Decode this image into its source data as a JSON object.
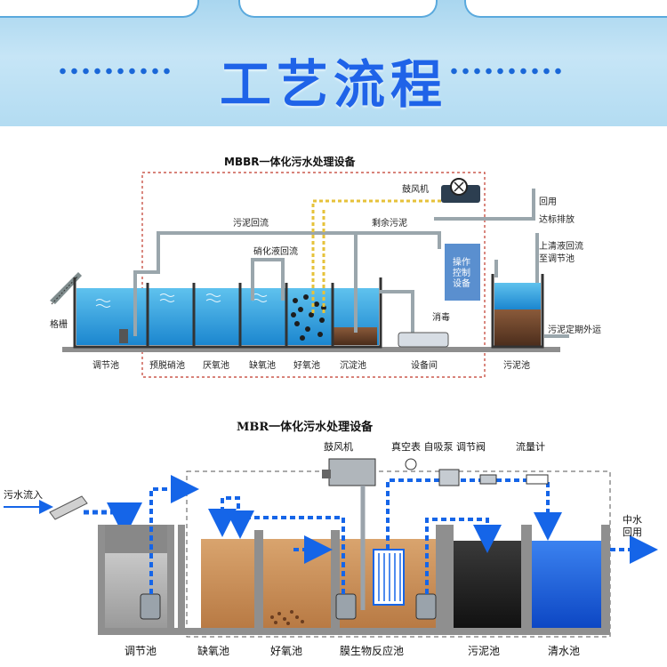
{
  "banner": {
    "title": "工艺流程"
  },
  "diagram1": {
    "title": "MBBR一体化污水处理设备",
    "tanks": [
      "调节池",
      "预脱硝池",
      "厌氧池",
      "缺氧池",
      "好氧池",
      "沉淀池",
      "设备间",
      "污泥池"
    ],
    "grate_label": "格栅",
    "pipe_labels": {
      "sludge_return": "污泥回流",
      "nitrate_return": "硝化液回流",
      "excess_sludge": "剩余污泥",
      "blower": "鼓风机",
      "reuse": "回用",
      "discharge": "达标排放",
      "supernatant_1": "上清液回流",
      "supernatant_2": "至调节池",
      "disinfection": "消毒",
      "sludge_out": "污泥定期外运"
    },
    "control_box": [
      "操作",
      "控制",
      "设备"
    ]
  },
  "diagram2": {
    "title": "MBR一体化污水处理设备",
    "tanks": [
      "调节池",
      "缺氧池",
      "好氧池",
      "膜生物反应池",
      "污泥池",
      "清水池"
    ],
    "labels": {
      "inlet": "污水流入",
      "blower": "鼓风机",
      "equipment": "真空表 自吸泵 调节阀",
      "flowmeter": "流量计",
      "outlet_1": "中水",
      "outlet_2": "回用"
    }
  }
}
